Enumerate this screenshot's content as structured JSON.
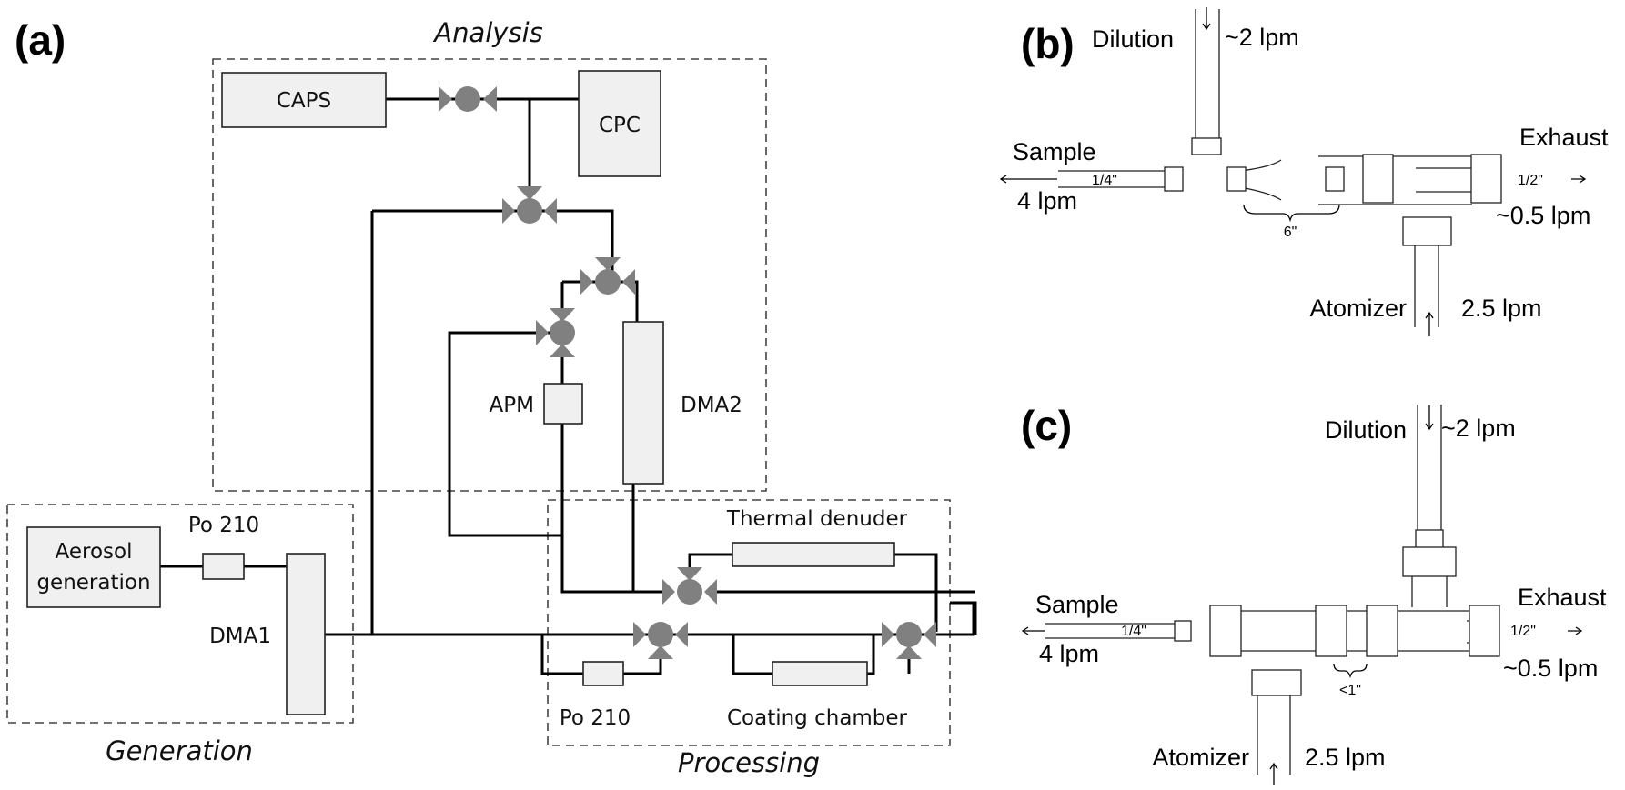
{
  "panels": {
    "a": "(a)",
    "b": "(b)",
    "c": "(c)"
  },
  "regions": {
    "analysis": "Analysis",
    "generation": "Generation",
    "processing": "Processing"
  },
  "components": {
    "caps": "CAPS",
    "cpc": "CPC",
    "apm": "APM",
    "dma2": "DMA2",
    "dma1": "DMA1",
    "aerosol_line1": "Aerosol",
    "aerosol_line2": "generation",
    "po210_gen": "Po 210",
    "po210_proc": "Po 210",
    "thermal_denuder": "Thermal denuder",
    "coating_chamber": "Coating chamber"
  },
  "panel_b": {
    "dilution": "Dilution",
    "dilution_flow": "~2 lpm",
    "sample": "Sample",
    "sample_flow": "4 lpm",
    "exhaust": "Exhaust",
    "exhaust_flow": "~0.5 lpm",
    "atomizer": "Atomizer",
    "atomizer_flow": "2.5 lpm",
    "dim_quarter": "1/4\"",
    "dim_half": "1/2\"",
    "dim_length": "6\""
  },
  "panel_c": {
    "dilution": "Dilution",
    "dilution_flow": "~2 lpm",
    "sample": "Sample",
    "sample_flow": "4 lpm",
    "exhaust": "Exhaust",
    "exhaust_flow": "~0.5 lpm",
    "atomizer": "Atomizer",
    "atomizer_flow": "2.5 lpm",
    "dim_quarter": "1/4\"",
    "dim_half": "1/2\"",
    "dim_length": "<1\""
  }
}
